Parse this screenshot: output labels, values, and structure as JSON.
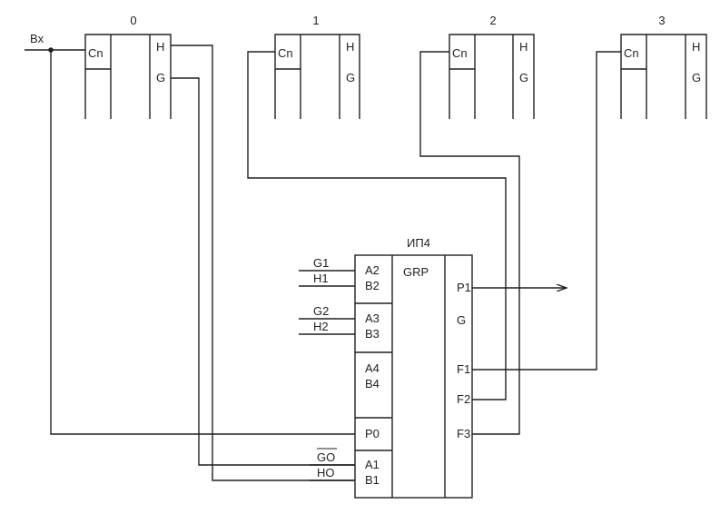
{
  "input_label": "Bx",
  "blocks": [
    {
      "index": "0",
      "cn": "Cn",
      "h": "H",
      "g": "G"
    },
    {
      "index": "1",
      "cn": "Cn",
      "h": "H",
      "g": "G"
    },
    {
      "index": "2",
      "cn": "Cn",
      "h": "H",
      "g": "G"
    },
    {
      "index": "3",
      "cn": "Cn",
      "h": "H",
      "g": "G"
    }
  ],
  "chip": {
    "title": "ИП4",
    "center_label": "GRP",
    "left_pins": [
      "A2",
      "B2",
      "A3",
      "B3",
      "A4",
      "B4",
      "P0",
      "A1",
      "B1"
    ],
    "right_pins": [
      "P1",
      "G",
      "F1",
      "F2",
      "F3"
    ]
  },
  "inputs": {
    "g1": "G1",
    "h1": "H1",
    "g2": "G2",
    "h2": "H2",
    "go": "GO",
    "ho": "HO"
  }
}
